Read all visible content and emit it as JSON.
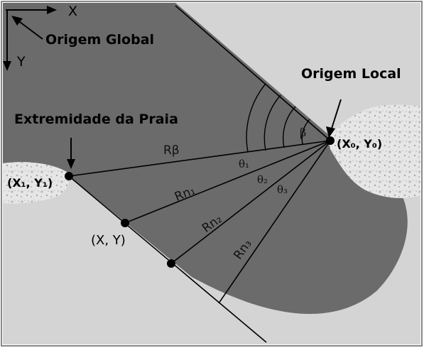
{
  "labels": {
    "global_origin": "Origem Global",
    "local_origin": "Origem Local",
    "beach_end": "Extremidade da Praia",
    "axis_x": "X",
    "axis_y": "Y",
    "point_x0y0": "(X₀, Y₀)",
    "point_x1y1": "(X₁, Y₁)",
    "point_xy": "(X, Y)",
    "r_beta": "Rβ",
    "rn1": "Rn₁",
    "rn2": "Rn₂",
    "rn3": "Rn₃",
    "beta": "β",
    "theta1": "θ₁",
    "theta2": "θ₂",
    "theta3": "θ₃"
  },
  "colors": {
    "sea": "#6b6b6b",
    "beach": "#d4d4d4",
    "headland": "#e2e2e2",
    "line": "#000000",
    "text_dark": "#000000",
    "text_light": "#111111"
  }
}
